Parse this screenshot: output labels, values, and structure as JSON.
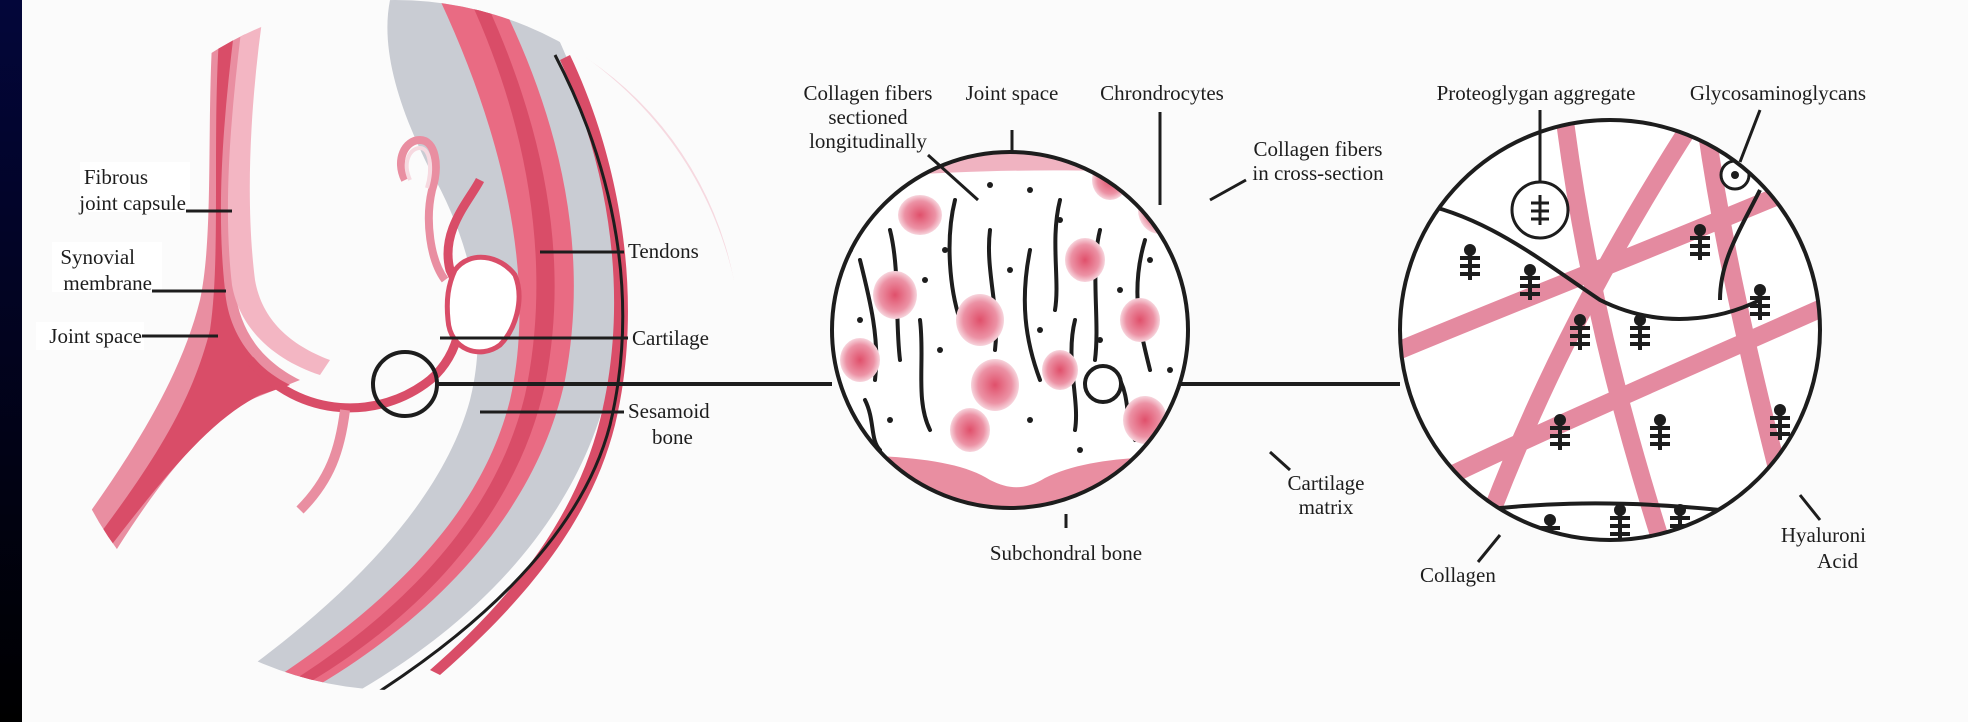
{
  "colors": {
    "background": "#000000",
    "panel": "#fbfbfb",
    "pink_dark": "#d94d68",
    "pink_mid": "#e98ea1",
    "pink_light": "#f6d9e0",
    "grey": "#c9ccd3",
    "ink": "#1d1d1d"
  },
  "joint": {
    "fibrous_1": "Fibrous",
    "fibrous_2": "joint capsule",
    "synovial_1": "Synovial",
    "synovial_2": "membrane",
    "joint_space": "Joint space",
    "tendons": "Tendons",
    "cartilage": "Cartilage",
    "sesamoid_1": "Sesamoid",
    "sesamoid_2": "bone"
  },
  "cartilage": {
    "collagen_long_1": "Collagen fibers",
    "collagen_long_2": "sectioned",
    "collagen_long_3": "longitudinally",
    "joint_space": "Joint space",
    "chondrocytes": "Chrondrocytes",
    "collagen_cross_1": "Collagen fibers",
    "collagen_cross_2": "in cross-section",
    "matrix_1": "Cartilage",
    "matrix_2": "matrix",
    "subchondral": "Subchondral bone"
  },
  "matrix": {
    "proteoglycan": "Proteoglygan aggregate",
    "gag": "Glycosaminoglycans",
    "collagen": "Collagen",
    "hyaluronic_1": "Hyaluroni",
    "hyaluronic_2": "Acid"
  }
}
